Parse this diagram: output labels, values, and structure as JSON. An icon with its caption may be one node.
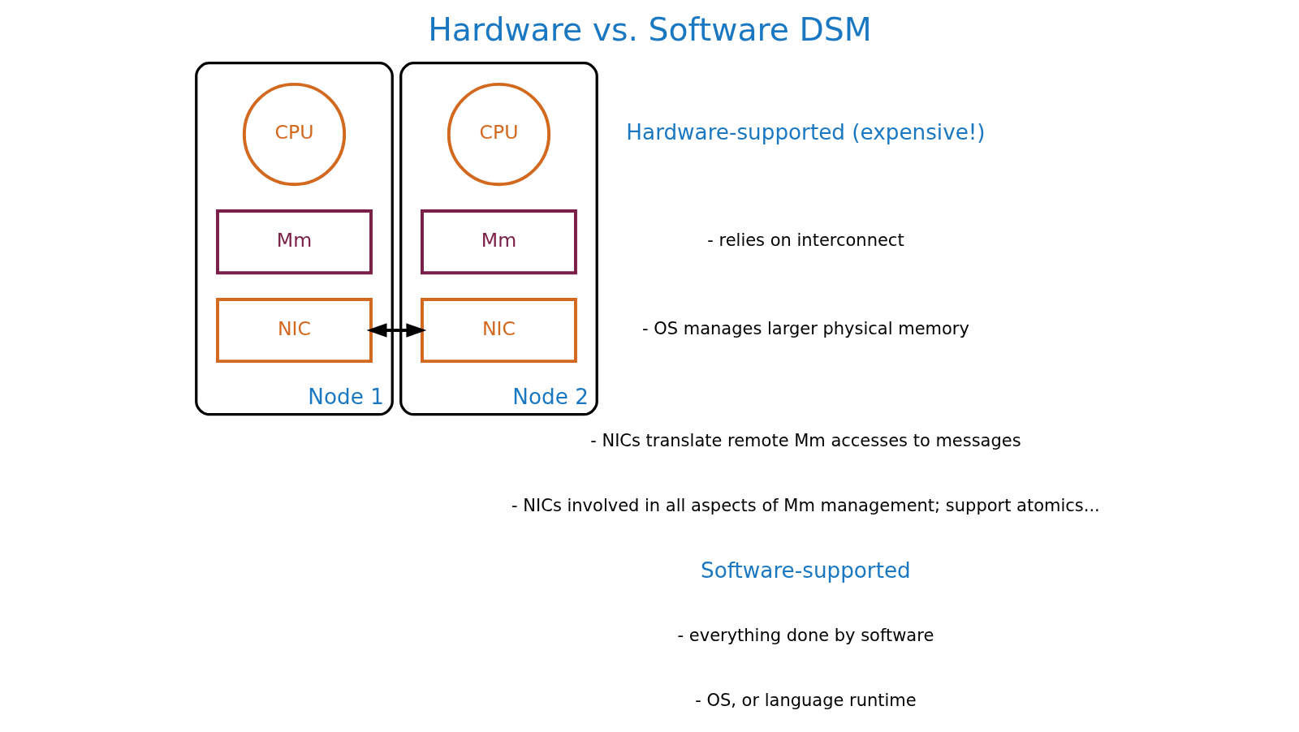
{
  "diagram": {
    "title": "Hardware vs. Software DSM",
    "nodes": [
      {
        "text": [
          "Node 1"
        ]
      },
      {
        "text": [
          "CPU"
        ],
        "in": 0
      },
      {
        "text": [
          "Mm"
        ],
        "in": 0
      },
      {
        "text": [
          "NIC"
        ],
        "in": 0
      },
      {
        "text": [
          "Node 2"
        ]
      },
      {
        "text": [
          "CPU"
        ],
        "in": 4
      },
      {
        "text": [
          "Mm"
        ],
        "in": 4
      },
      {
        "text": [
          "NIC"
        ],
        "in": 4
      }
    ],
    "edges": [
      {
        "from": 3,
        "to": 7,
        "arrow": "both"
      }
    ],
    "labels": [
      "Hardware-supported (expensive!)",
      "- relies on interconnect",
      "- OS manages larger physical memory",
      "- NICs translate remote Mm accesses to messages",
      "- NICs involved in all aspects of Mm management; support atomics...",
      "Software-supported",
      "- everything done by software",
      "- OS, or language runtime"
    ]
  }
}
